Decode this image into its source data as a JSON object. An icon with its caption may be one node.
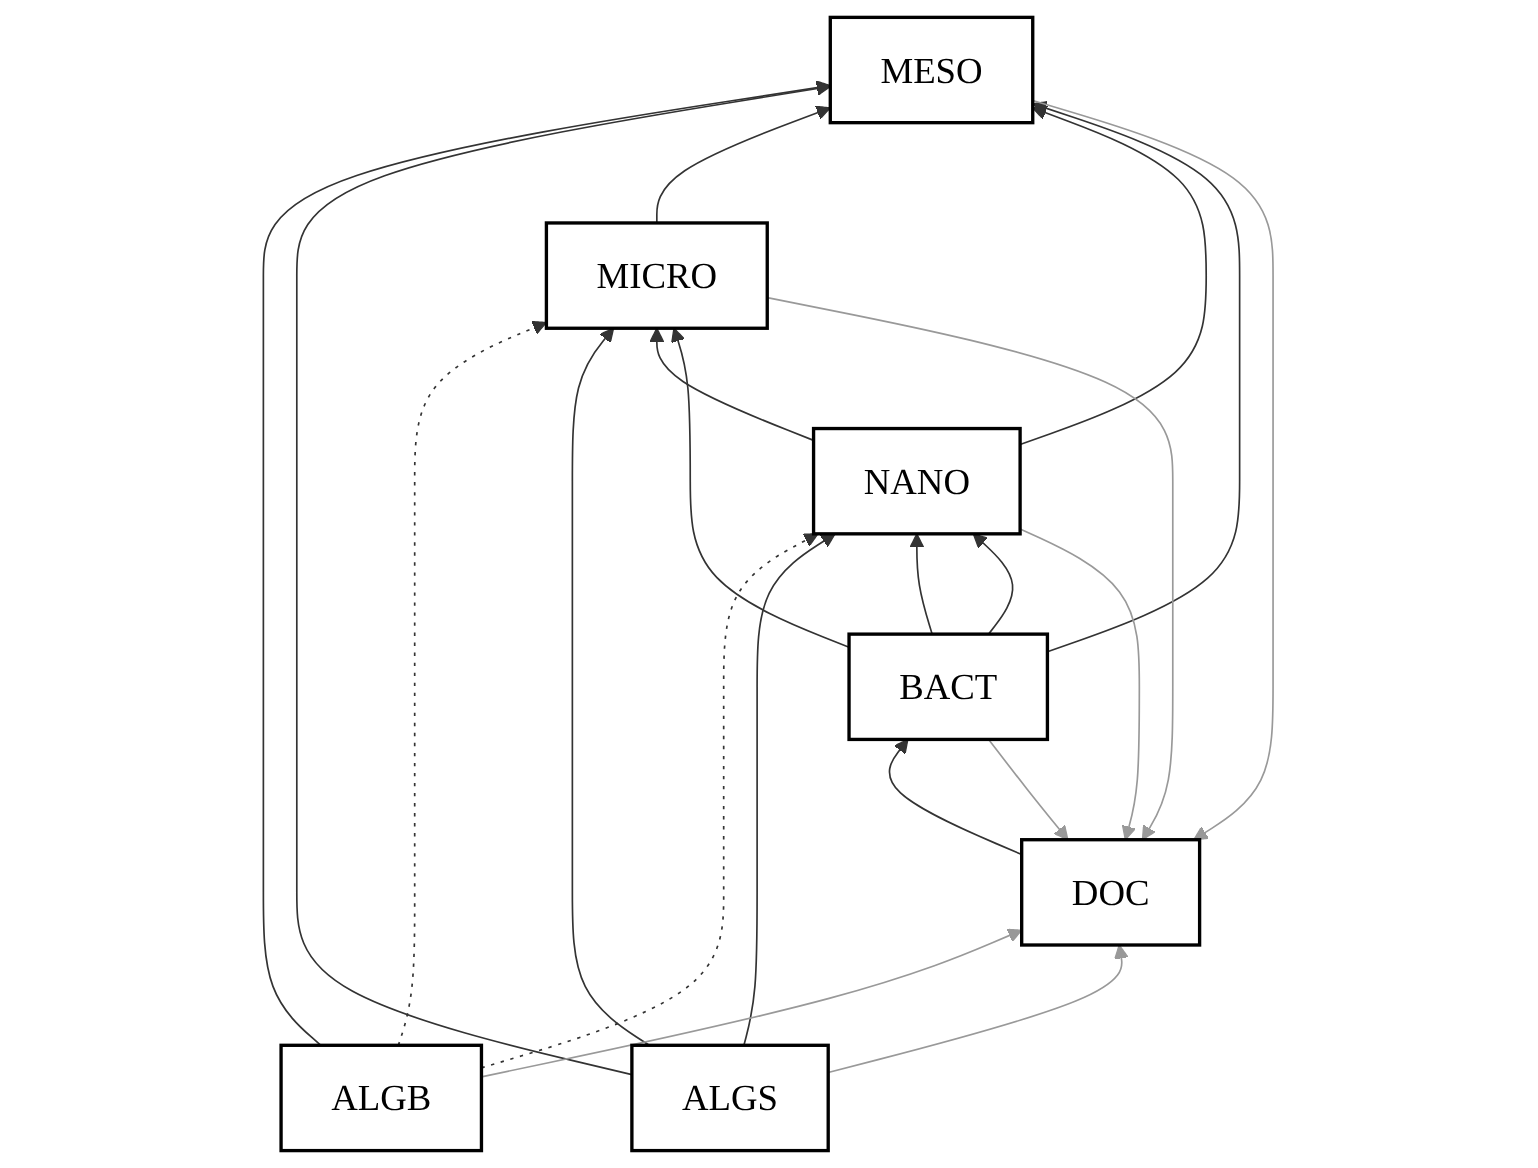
{
  "diagram": {
    "nodes": [
      {
        "text": [
          "MESO"
        ]
      },
      {
        "text": [
          "MICRO"
        ]
      },
      {
        "text": [
          "ALGB"
        ]
      },
      {
        "text": [
          "NANO"
        ]
      },
      {
        "text": [
          "ALGS"
        ]
      },
      {
        "text": [
          "BACT"
        ]
      },
      {
        "text": [
          "DOC"
        ]
      }
    ],
    "edges": [
      {
        "from": 2,
        "to": 0,
        "arrow": "to"
      },
      {
        "from": 2,
        "to": 1,
        "arrow": "to",
        "style": "dashed"
      },
      {
        "from": 2,
        "to": 3,
        "arrow": "to",
        "style": "dashed"
      },
      {
        "from": 4,
        "to": 0,
        "arrow": "to"
      },
      {
        "from": 4,
        "to": 1,
        "arrow": "to"
      },
      {
        "from": 4,
        "to": 3,
        "arrow": "to"
      },
      {
        "from": 1,
        "to": 0,
        "arrow": "to"
      },
      {
        "from": 3,
        "to": 1,
        "arrow": "to"
      },
      {
        "from": 5,
        "to": 3,
        "arrow": "to"
      },
      {
        "from": 6,
        "to": 5,
        "arrow": "to"
      },
      {
        "from": 3,
        "to": 0,
        "arrow": "to"
      },
      {
        "from": 5,
        "to": 0,
        "arrow": "to"
      },
      {
        "from": 5,
        "to": 1,
        "arrow": "to"
      },
      {
        "from": 5,
        "to": 3,
        "arrow": "to"
      },
      {
        "from": 0,
        "to": 6,
        "arrow": "to",
        "color": "#999999"
      },
      {
        "from": 1,
        "to": 6,
        "arrow": "to",
        "color": "#999999"
      },
      {
        "from": 3,
        "to": 6,
        "arrow": "to",
        "color": "#999999"
      },
      {
        "from": 5,
        "to": 6,
        "arrow": "to",
        "color": "#999999"
      },
      {
        "from": 2,
        "to": 6,
        "arrow": "to",
        "color": "#999999"
      },
      {
        "from": 4,
        "to": 6,
        "arrow": "to",
        "color": "#999999"
      }
    ]
  }
}
